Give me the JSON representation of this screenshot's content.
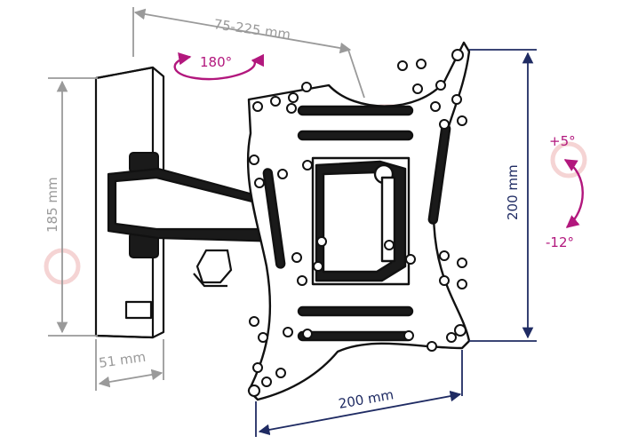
{
  "dimensions": {
    "swing_depth": "75-225 mm",
    "height": "185 mm",
    "width": "51 mm",
    "vesa_horizontal": "200 mm",
    "vesa_vertical": "200 mm"
  },
  "rotation": {
    "swivel": "180°",
    "tilt_up": "+5°",
    "tilt_down": "-12°"
  },
  "colors": {
    "outline": "#111111",
    "gray_dimension": "#9a9a9a",
    "navy_dimension": "#1f2b63",
    "magenta_arrow": "#b2177d",
    "watermark": "#f2c9c9"
  }
}
